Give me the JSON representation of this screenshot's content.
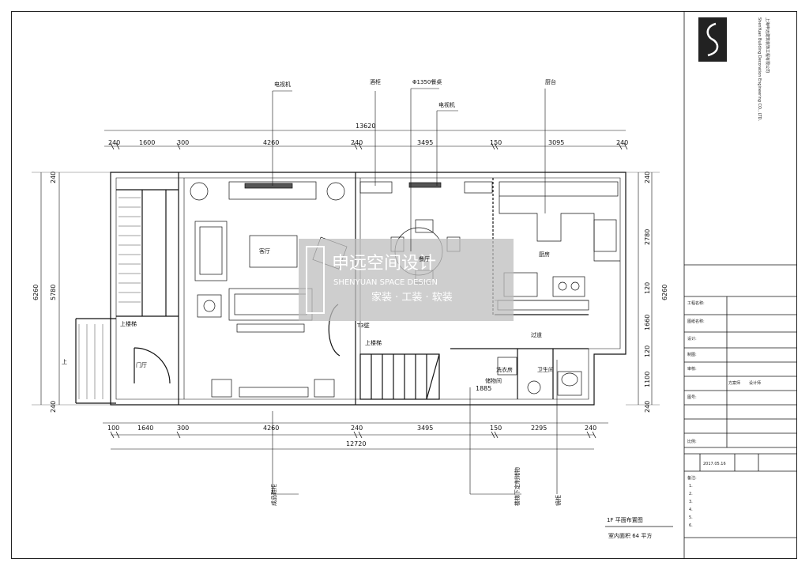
{
  "dimensions": {
    "overall_top": "13620",
    "overall_bottom": "12720",
    "top": [
      "240",
      "1600",
      "300",
      "4260",
      "240",
      "3495",
      "150",
      "3095",
      "240"
    ],
    "bottom": [
      "100",
      "1640",
      "300",
      "4260",
      "240",
      "3495",
      "150",
      "2295",
      "240"
    ],
    "left_outer": "6260",
    "left_inner": "5780",
    "left_small_top": "240",
    "left_small_bottom": "240",
    "right_outer": "6260",
    "right": [
      "240",
      "2780",
      "120",
      "1660",
      "120",
      "1100",
      "240"
    ],
    "center": "1885"
  },
  "callouts": {
    "tv": "电视机",
    "cabinet_top": "酒柜",
    "table": "Φ1350餐桌",
    "tv2": "电视机",
    "counter": "厨台",
    "wardrobe_bottom": "成品鞋柜",
    "stair_bottom": "楼梯下定制储物",
    "mirror_bottom": "镜柜"
  },
  "rooms": {
    "living": "客厅",
    "dining": "餐厅",
    "kitchen": "厨房",
    "corridor": "过道",
    "bathroom": "卫生间",
    "stairs_up": "上楼梯",
    "stairs_up2": "上楼梯",
    "entry": "门厅",
    "up": "上",
    "t3": "T3壁",
    "laundry": "洗衣房",
    "storage": "储物间"
  },
  "watermark": {
    "cn": "申远空间设计",
    "en": "SHENYUAN SPACE DESIGN",
    "sub": "家装 · 工装 · 软装"
  },
  "drawing_title": "1F 平面布置图",
  "scale_note": "室内面积 64 平方",
  "titleblock": {
    "company_vertical": "上海申远建筑装饰工程有限公司",
    "company_en": "ShenYuan Building Decoration Engineering CO., LTD.",
    "date": "2017.05.16",
    "lines": [
      "工程名称:",
      "图纸名称:",
      "设计:",
      "制图:",
      "审核:",
      "图号:",
      "比例:"
    ],
    "designer_a": "方案师",
    "designer_b": "设计师",
    "notes_head": "备注:",
    "notes": [
      "1.",
      "2.",
      "3.",
      "4.",
      "5.",
      "6."
    ]
  }
}
